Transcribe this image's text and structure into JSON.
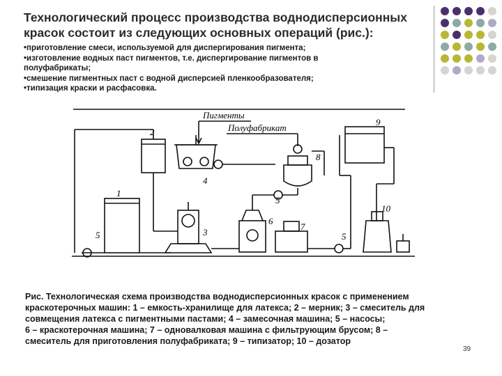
{
  "slide": {
    "title_line1": "Технологический процесс производства воднодисперсионных",
    "title_line2": "красок состоит из следующих основных операций (рис.):",
    "bullets": [
      "•приготовление смеси, используемой для диспергирования пигмента;",
      "•изготовление водных паст пигментов, т.е. диспергирование пигментов в",
      "полуфабрикаты;",
      "•смешение пигментных паст с водной дисперсией пленкообразователя;",
      "•типизация краски и расфасовка."
    ],
    "page_number": "39"
  },
  "diagram": {
    "label_pigments": "Пигменты",
    "label_semi": "Полуфабрикат",
    "numbers": [
      "1",
      "2",
      "3",
      "4",
      "5",
      "5",
      "5",
      "6",
      "7",
      "8",
      "9",
      "10"
    ]
  },
  "caption": {
    "lines": [
      "Рис. Технологическая схема производства воднодисперсионных красок с применением",
      "краскотерочных машин: 1 – емкость-хранилище для латекса; 2 – мерник; 3 – смеситель для",
      "совмещения латекса с пигментными пастами; 4 – замесочная машина; 5 – насосы;",
      "6 – краскотерочная машина; 7 – одновалковая машина с фильтрующим брусом; 8 –",
      "смеситель для приготовления полуфабриката; 9 – типизатор; 10 – дозатор"
    ]
  },
  "colors": {
    "purple": "#4b2f6b",
    "olive": "#b9b634",
    "teal": "#8fa9a6",
    "lavender": "#b2a9c8",
    "lightgray": "#d6d3d0"
  }
}
